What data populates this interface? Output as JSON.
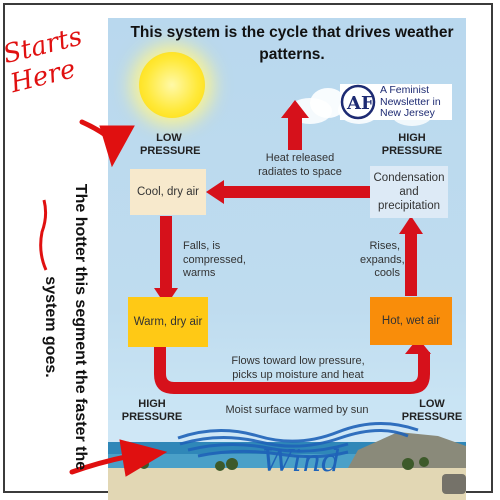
{
  "title": "This system is the cycle that drives weather patterns.",
  "logo": {
    "mark": "AF",
    "text": "A Feminist Newsletter in New Jersey"
  },
  "pressure_labels": {
    "top_left": "LOW PRESSURE",
    "top_right": "HIGH PRESSURE",
    "bottom_left": "HIGH PRESSURE",
    "bottom_right": "LOW PRESSURE"
  },
  "boxes": {
    "cool_dry": "Cool, dry air",
    "condensation": "Condensation and precipitation",
    "warm_dry": "Warm, dry air",
    "hot_wet": "Hot, wet air"
  },
  "captions": {
    "heat_released": "Heat released radiates to space",
    "falls": "Falls, is compressed, warms",
    "rises": "Rises, expands, cools",
    "flows": "Flows toward low pressure, picks up moisture and heat",
    "moist_surface": "Moist surface warmed by sun"
  },
  "annotations": {
    "starts_here": "Starts Here",
    "side_note": "The hotter this segment the faster the system goes.",
    "wind": "Wind"
  },
  "colors": {
    "arrow": "#d6111b",
    "cool_box": "#f7e9cc",
    "condensation_box": "#ddeaf6",
    "warm_box": "#ffc915",
    "hot_box": "#f98d0a",
    "sky": "#bcdaef",
    "ink_red": "#e01010",
    "ink_blue": "#1f63b8"
  }
}
